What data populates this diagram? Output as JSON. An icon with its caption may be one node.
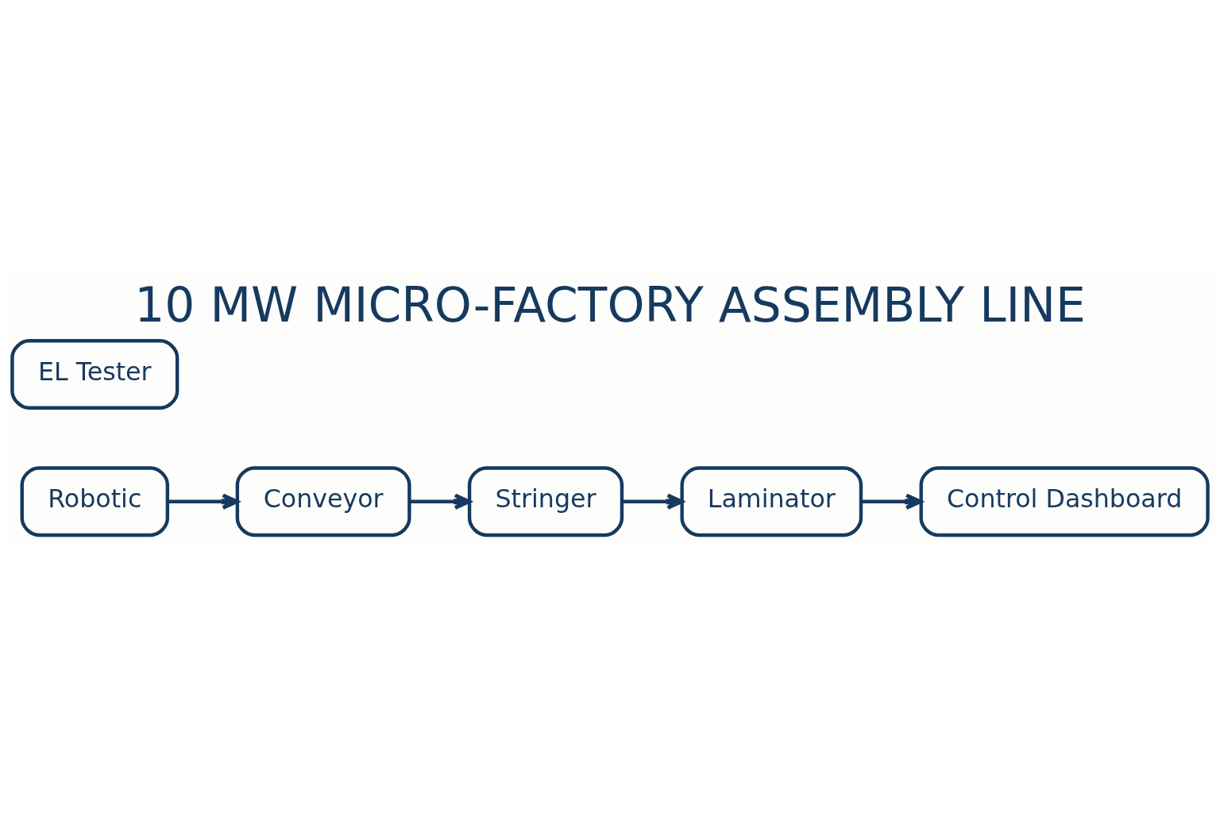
{
  "diagram": {
    "title": "10 MW MICRO-FACTORY ASSEMBLY LINE",
    "nodes": [
      {
        "text": [
          "Robotic"
        ]
      },
      {
        "text": [
          "Conveyor"
        ]
      },
      {
        "text": [
          "Stringer"
        ]
      },
      {
        "text": [
          "Laminator"
        ]
      },
      {
        "text": [
          "Control Dashboard"
        ]
      },
      {
        "text": [
          "EL Tester"
        ]
      }
    ],
    "edges": [
      {
        "from": 0,
        "to": 1,
        "arrow": "to"
      },
      {
        "from": 1,
        "to": 2,
        "arrow": "to"
      },
      {
        "from": 2,
        "to": 3,
        "arrow": "to"
      },
      {
        "from": 3,
        "to": 4,
        "arrow": "to"
      }
    ]
  }
}
